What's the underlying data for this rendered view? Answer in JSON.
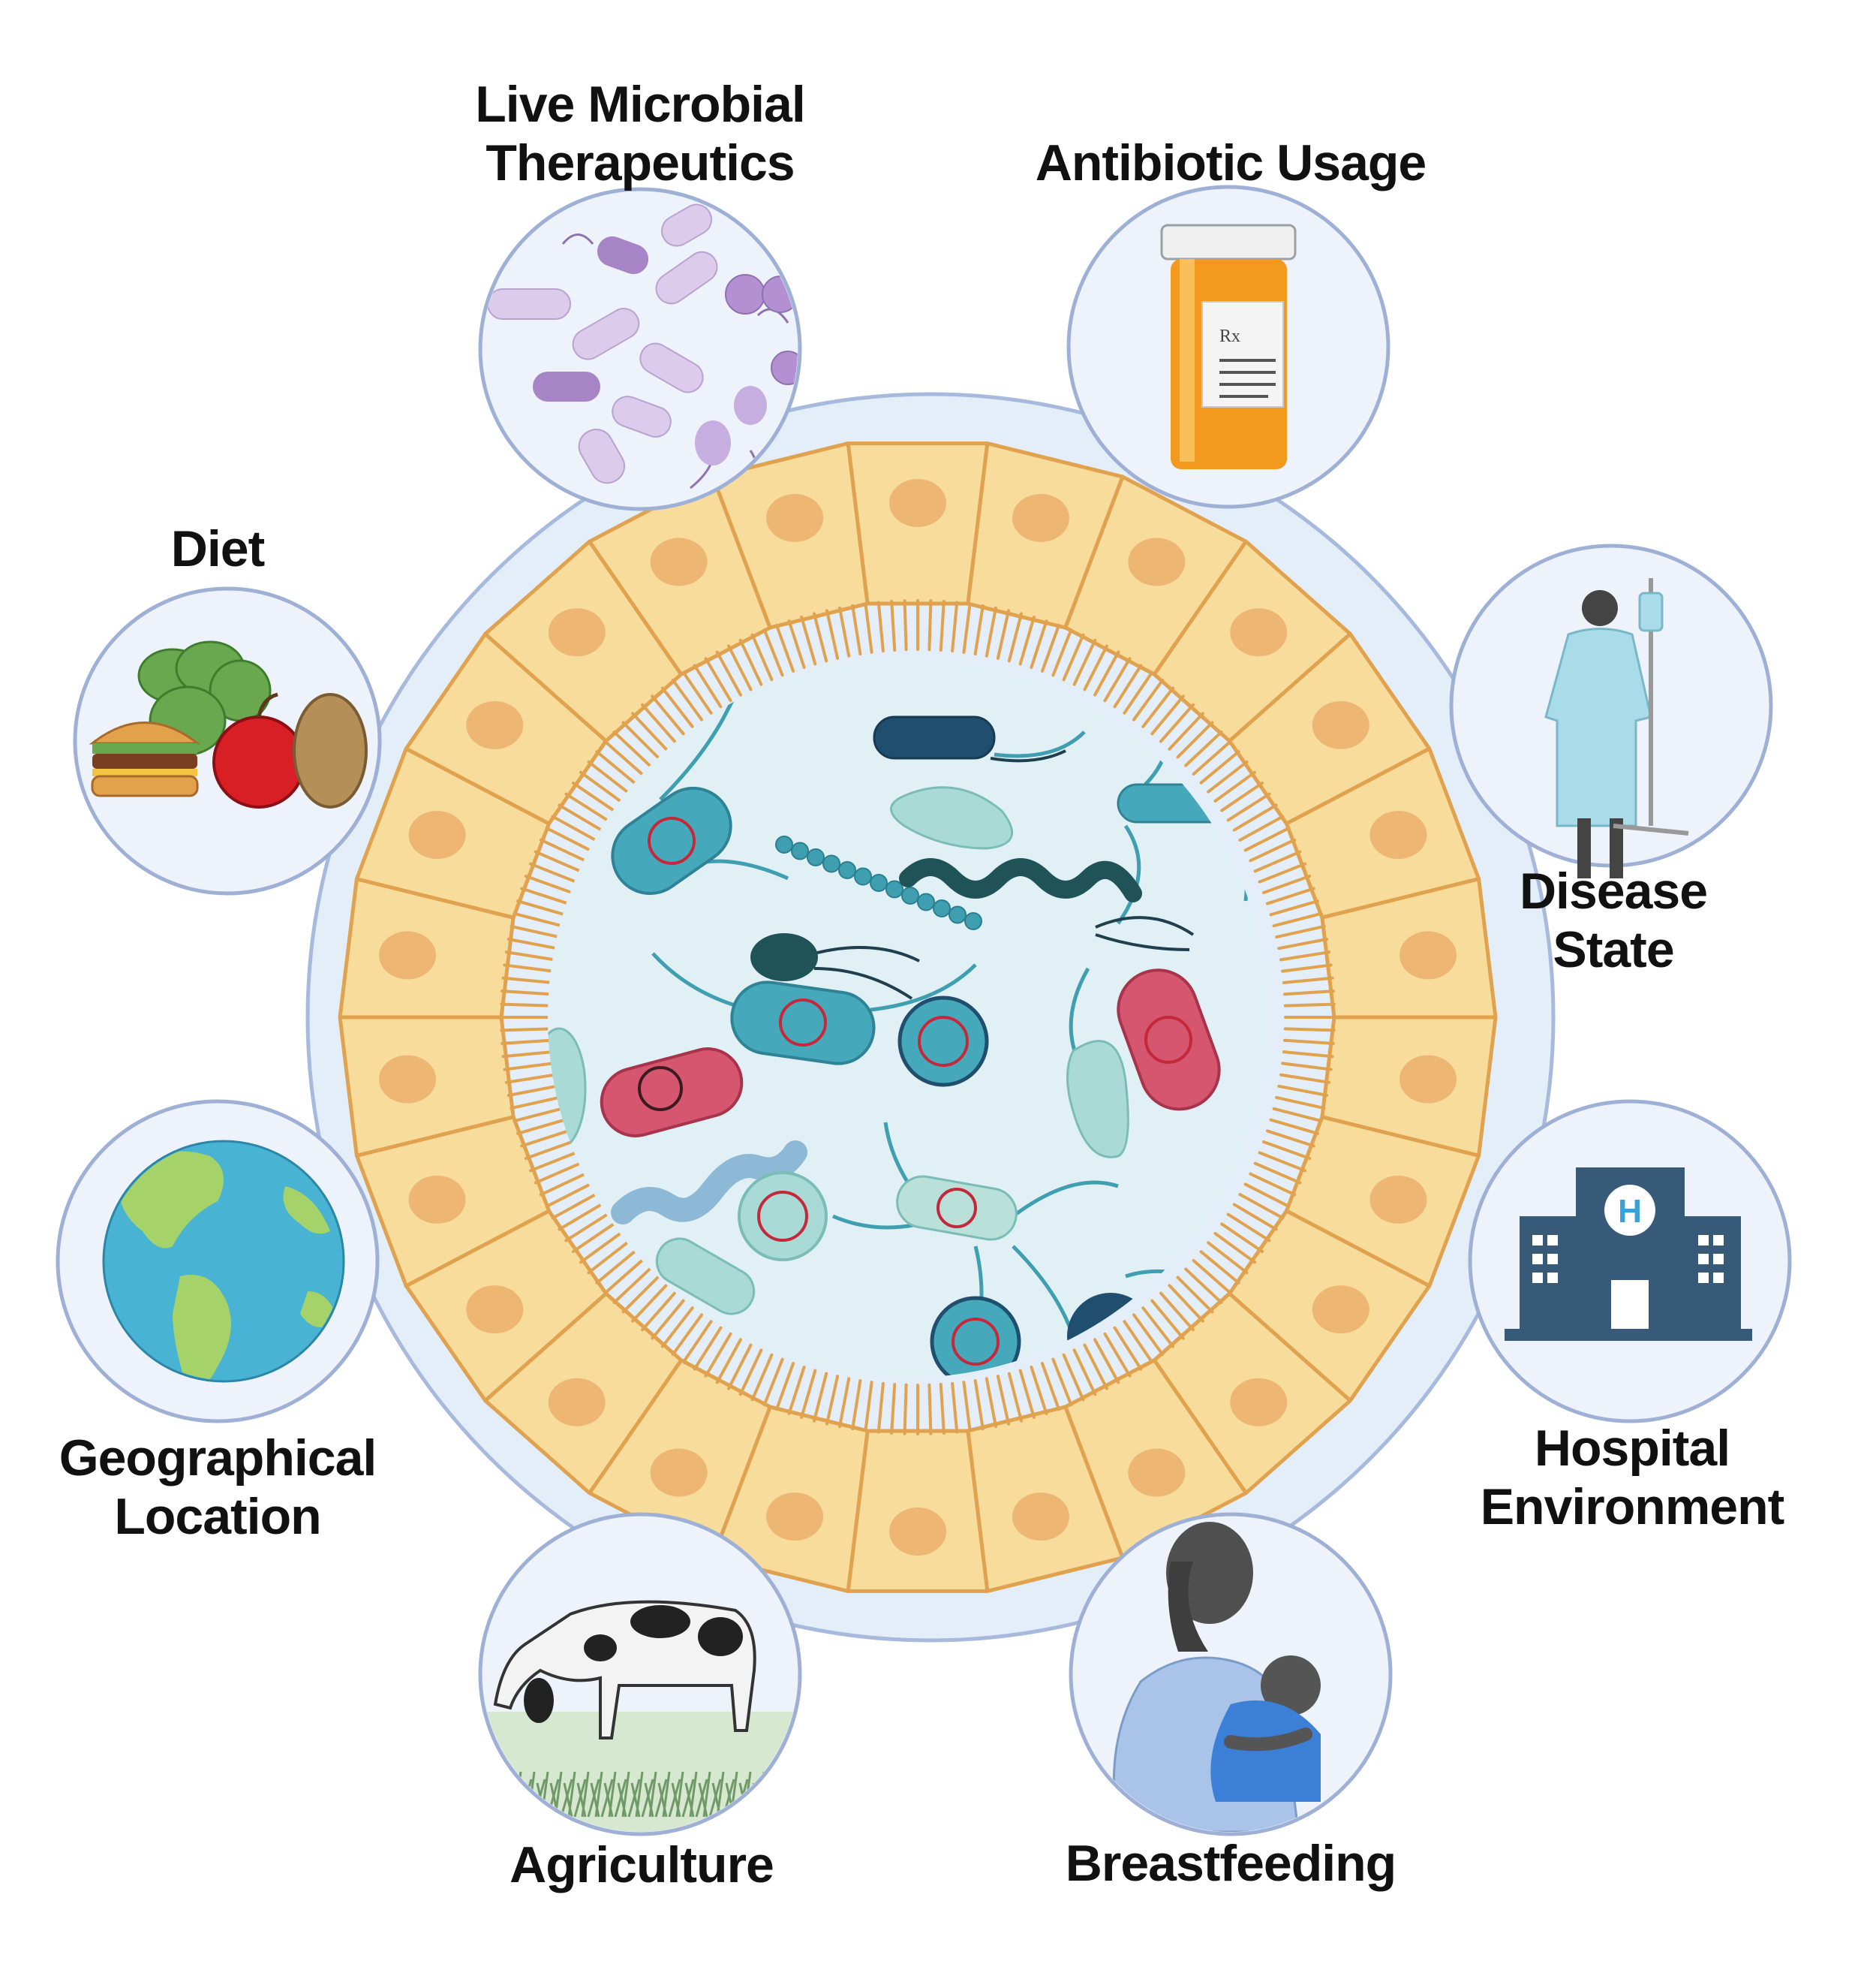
{
  "factors": {
    "live_microbial": {
      "line1": "Live Microbial",
      "line2": "Therapeutics"
    },
    "antibiotic": {
      "line1": "Antibiotic Usage"
    },
    "diet": {
      "line1": "Diet"
    },
    "disease": {
      "line1": "Disease",
      "line2": "State"
    },
    "geographical": {
      "line1": "Geographical",
      "line2": "Location"
    },
    "hospital": {
      "line1": "Hospital",
      "line2": "Environment"
    },
    "agriculture": {
      "line1": "Agriculture"
    },
    "breastfeeding": {
      "line1": "Breastfeeding"
    }
  },
  "icons": {
    "prescription_label": "Rx",
    "hospital_sign": "H"
  },
  "colors": {
    "circle_fill": "#eef3fb",
    "circle_stroke": "#9fb0d6",
    "lumen": "#e4f2f7",
    "cell_fill": "#f8dc9c",
    "cell_stroke": "#e0a24e",
    "nucleus": "#eeb673",
    "teal": "#3f9fb0",
    "red": "#d2526a",
    "navy": "#1f4e6e",
    "pill_orange": "#f39a1e",
    "hospital_blue": "#365a78"
  }
}
